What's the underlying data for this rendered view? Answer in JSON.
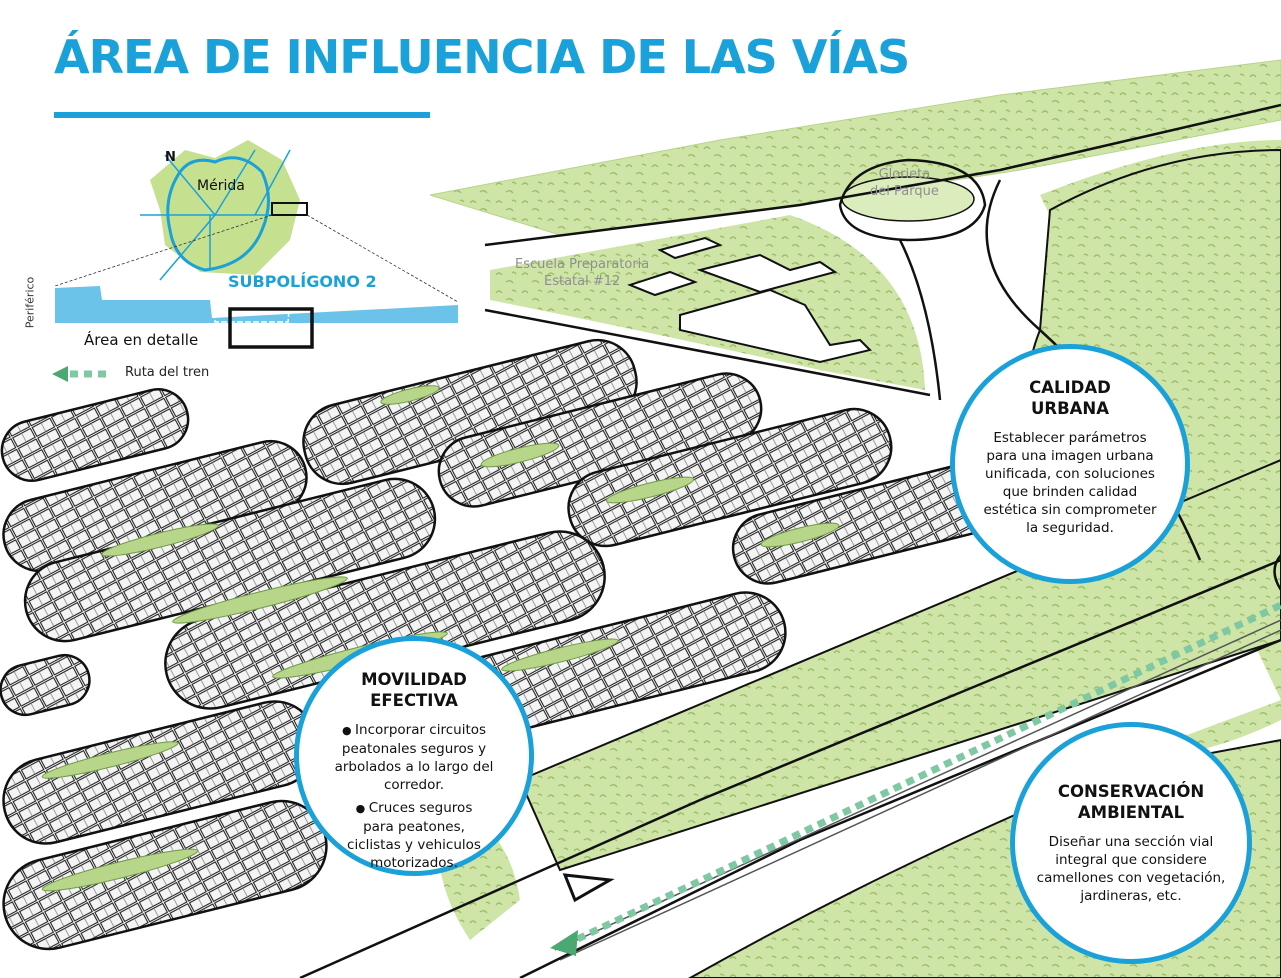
{
  "title": "ÁREA DE INFLUENCIA DE LAS VÍAS",
  "inset": {
    "north_label": "N",
    "city_label": "Mérida",
    "subpolygon_label": "SUBPOLÍGONO 2",
    "ring_road_label": "Periférico",
    "detail_label": "Área en detalle",
    "train_route_label": "Ruta del tren"
  },
  "places": {
    "roundabout": "Glorieta\ndel Parque",
    "school": "Escuela Preparatoria\nEstatal #12"
  },
  "callouts": {
    "urban_quality": {
      "heading": "CALIDAD\nURBANA",
      "body": "Establecer parámetros para una imagen urbana unificada, con soluciones que brinden calidad estética sin comprometer la seguridad."
    },
    "mobility": {
      "heading": "MOVILIDAD\nEFECTIVA",
      "items": [
        "Incorporar circuitos peatonales seguros y arbolados a lo largo del corredor.",
        "Cruces seguros para peatones, ciclistas y vehiculos motorizados."
      ]
    },
    "conservation": {
      "heading": "CONSERVACIÓN\nAMBIENTAL",
      "body": "Diseñar una sección vial integral que considere camellones con vegetación, jardineras, etc."
    }
  },
  "colors": {
    "accent": "#1ba1d9",
    "vegetation": "#cfe5a8",
    "vegetation_dark": "#9cbf6a",
    "train_route": "#7ec8a4"
  }
}
